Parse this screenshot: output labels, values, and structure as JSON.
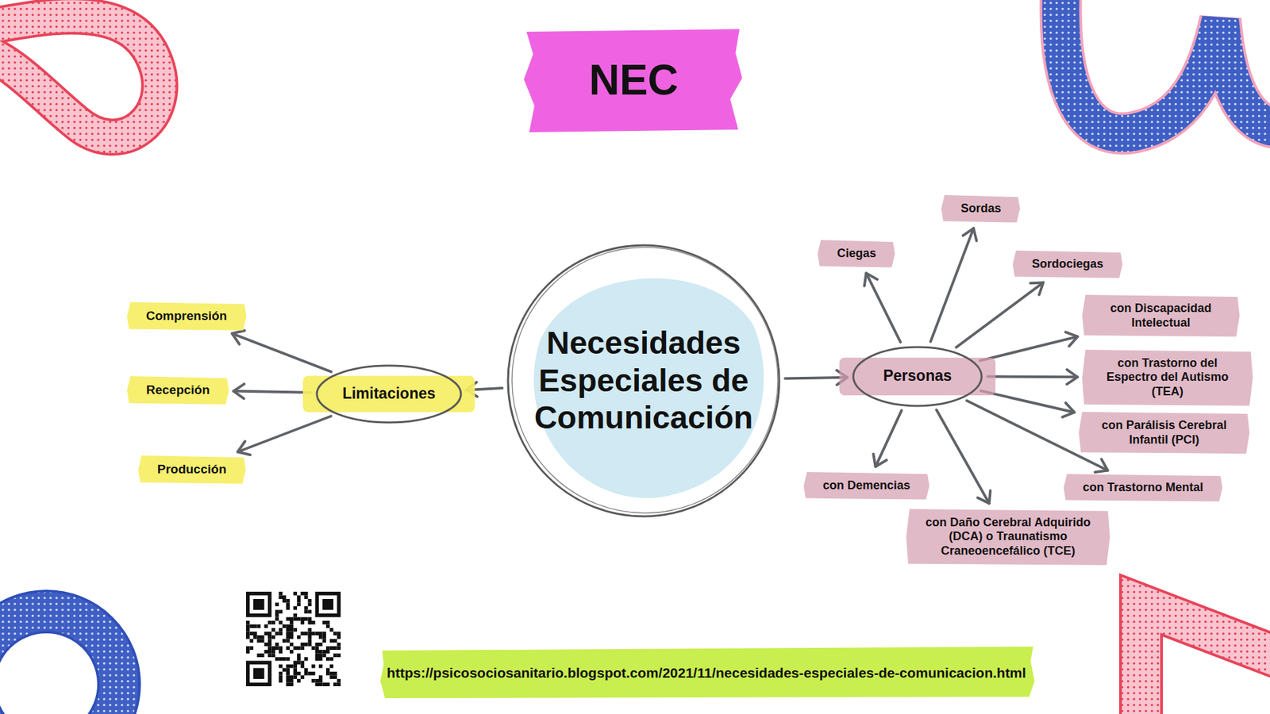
{
  "diagram": {
    "title": "NEC",
    "nodes": [
      {
        "text": [
          "Necesidades Especiales de Comunicación"
        ]
      },
      {
        "text": [
          "Limitaciones"
        ]
      },
      {
        "text": [
          "Comprensión"
        ]
      },
      {
        "text": [
          "Recepción"
        ]
      },
      {
        "text": [
          "Producción"
        ]
      },
      {
        "text": [
          "Personas"
        ]
      },
      {
        "text": [
          "Ciegas"
        ]
      },
      {
        "text": [
          "Sordas"
        ]
      },
      {
        "text": [
          "Sordociegas"
        ]
      },
      {
        "text": [
          "con Discapacidad Intelectual"
        ]
      },
      {
        "text": [
          "con Trastorno del Espectro del Autismo (TEA)"
        ]
      },
      {
        "text": [
          "con Parálisis Cerebral Infantil (PCI)"
        ]
      },
      {
        "text": [
          "con Trastorno Mental"
        ]
      },
      {
        "text": [
          "con Daño Cerebral Adquirido (DCA) o Traunatismo Craneoencefálico (TCE)"
        ]
      },
      {
        "text": [
          "con Demencias"
        ]
      }
    ],
    "edges": [
      {
        "from": 0,
        "to": 1,
        "arrow": "to"
      },
      {
        "from": 1,
        "to": 2,
        "arrow": "to"
      },
      {
        "from": 1,
        "to": 3,
        "arrow": "to"
      },
      {
        "from": 1,
        "to": 4,
        "arrow": "to"
      },
      {
        "from": 0,
        "to": 5,
        "arrow": "to"
      },
      {
        "from": 5,
        "to": 6,
        "arrow": "to"
      },
      {
        "from": 5,
        "to": 7,
        "arrow": "to"
      },
      {
        "from": 5,
        "to": 8,
        "arrow": "to"
      },
      {
        "from": 5,
        "to": 9,
        "arrow": "to"
      },
      {
        "from": 5,
        "to": 10,
        "arrow": "to"
      },
      {
        "from": 5,
        "to": 11,
        "arrow": "to"
      },
      {
        "from": 5,
        "to": 12,
        "arrow": "to"
      },
      {
        "from": 5,
        "to": 13,
        "arrow": "to"
      },
      {
        "from": 5,
        "to": 14,
        "arrow": "to"
      }
    ],
    "labels": [
      "https://psicosociosanitario.blogspot.com/2021/11/necesidades-especiales-de-comunicacion.html"
    ]
  }
}
